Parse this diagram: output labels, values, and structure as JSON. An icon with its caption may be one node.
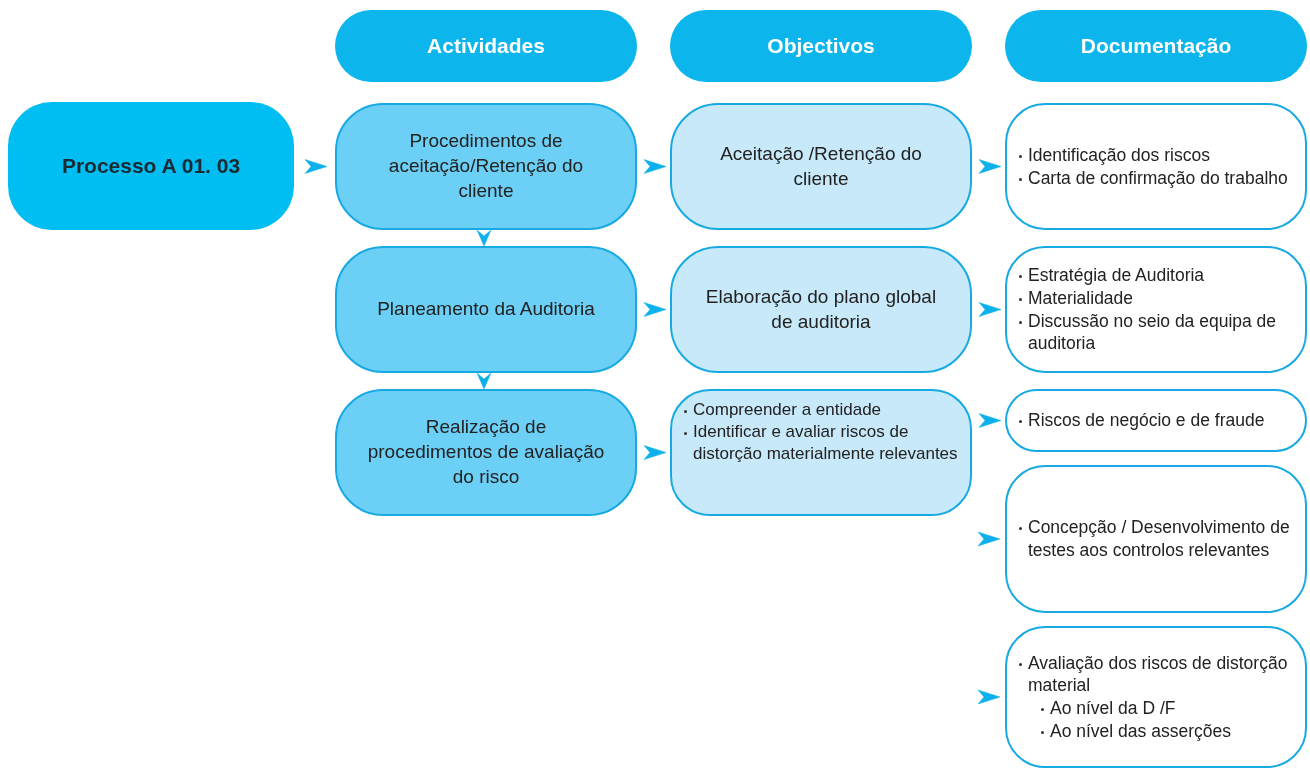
{
  "diagram": {
    "nodes": [
      {
        "text": [
          "Actividades"
        ]
      },
      {
        "text": [
          "Objectivos"
        ]
      },
      {
        "text": [
          "Documentação"
        ]
      },
      {
        "text": [
          "Processo A 01. 03"
        ]
      },
      {
        "text": [
          "Procedimentos de aceitação/Retenção do cliente"
        ]
      },
      {
        "text": [
          "Planeamento da Auditoria"
        ]
      },
      {
        "text": [
          "Realização de procedimentos de avaliação do risco"
        ]
      },
      {
        "text": [
          "Aceitação /Retenção do cliente"
        ]
      },
      {
        "text": [
          "Elaboração do plano global de auditoria"
        ]
      },
      {
        "text": [
          "Compreender a entidade",
          "Identificar e avaliar riscos de distorção materialmente relevantes"
        ]
      },
      {
        "text": [
          "Identificação dos riscos",
          "Carta de confirmação do trabalho"
        ]
      },
      {
        "text": [
          "Estratégia de Auditoria",
          "Materialidade",
          "Discussão no seio da equipa de auditoria"
        ]
      },
      {
        "text": [
          "Riscos de negócio e de fraude"
        ]
      },
      {
        "text": [
          "Concepção / Desenvolvimento de testes aos controlos relevantes"
        ]
      },
      {
        "text": [
          "Avaliação dos riscos de distorção material",
          "Ao nível da D /F",
          "Ao nível das asserções"
        ]
      }
    ],
    "edges": [
      {
        "from": 3,
        "to": 4,
        "arrow": "to"
      },
      {
        "from": 4,
        "to": 5,
        "arrow": "to"
      },
      {
        "from": 5,
        "to": 6,
        "arrow": "to"
      },
      {
        "from": 4,
        "to": 7,
        "arrow": "to"
      },
      {
        "from": 5,
        "to": 8,
        "arrow": "to"
      },
      {
        "from": 6,
        "to": 9,
        "arrow": "to"
      },
      {
        "from": 7,
        "to": 10,
        "arrow": "to"
      },
      {
        "from": 8,
        "to": 11,
        "arrow": "to"
      },
      {
        "from": 9,
        "to": 12,
        "arrow": "to"
      },
      {
        "from": null,
        "to": 13,
        "arrow": "to"
      },
      {
        "from": null,
        "to": 14,
        "arrow": "to"
      }
    ]
  }
}
